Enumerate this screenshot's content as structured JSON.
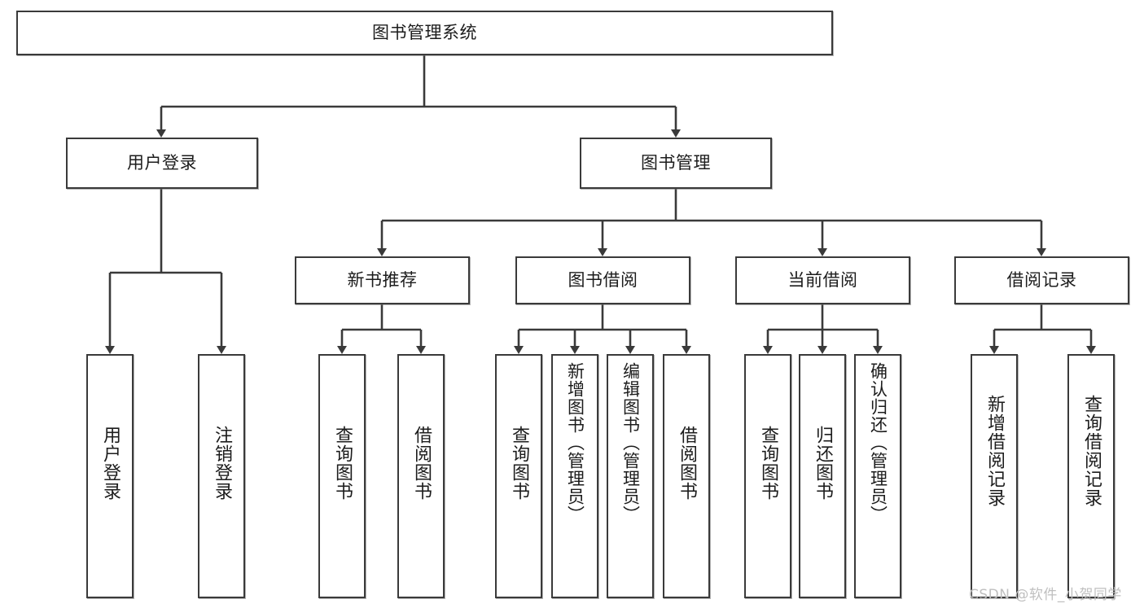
{
  "diagram": {
    "type": "tree-hierarchy-chart",
    "title": "图书管理系统",
    "orientation": "top-down",
    "colors": {
      "node_border": "#3a3a3a",
      "node_fill": "#ffffff",
      "connector": "#3a3a3a",
      "text": "#1c1c1c",
      "watermark": "#bfbfbf",
      "background": "#ffffff"
    },
    "levels": {
      "root": {
        "label": "图书管理系统"
      },
      "level2": [
        {
          "id": "user-login",
          "label": "用户登录"
        },
        {
          "id": "book-management",
          "label": "图书管理"
        }
      ],
      "level3": [
        {
          "id": "new-book-recommend",
          "label": "新书推荐",
          "parent": "book-management"
        },
        {
          "id": "book-borrow",
          "label": "图书借阅",
          "parent": "book-management"
        },
        {
          "id": "current-borrow",
          "label": "当前借阅",
          "parent": "book-management"
        },
        {
          "id": "borrow-record",
          "label": "借阅记录",
          "parent": "book-management"
        }
      ],
      "leaves": [
        {
          "id": "leaf-user-login",
          "label": "用户登录",
          "parent": "user-login"
        },
        {
          "id": "leaf-logout-login",
          "label": "注销登录",
          "parent": "user-login"
        },
        {
          "id": "leaf-query-book-1",
          "label": "查询图书",
          "parent": "new-book-recommend"
        },
        {
          "id": "leaf-borrow-book-1",
          "label": "借阅图书",
          "parent": "new-book-recommend"
        },
        {
          "id": "leaf-query-book-2",
          "label": "查询图书",
          "parent": "book-borrow"
        },
        {
          "id": "leaf-add-book-admin",
          "label": "新增图书（管理员）",
          "parent": "book-borrow"
        },
        {
          "id": "leaf-edit-book-admin",
          "label": "编辑图书（管理员）",
          "parent": "book-borrow"
        },
        {
          "id": "leaf-borrow-book-2",
          "label": "借阅图书",
          "parent": "book-borrow"
        },
        {
          "id": "leaf-query-book-3",
          "label": "查询图书",
          "parent": "current-borrow"
        },
        {
          "id": "leaf-return-book",
          "label": "归还图书",
          "parent": "current-borrow"
        },
        {
          "id": "leaf-confirm-return-admin",
          "label": "确认归还（管理员）",
          "parent": "current-borrow"
        },
        {
          "id": "leaf-add-borrow-record",
          "label": "新增借阅记录",
          "parent": "borrow-record"
        },
        {
          "id": "leaf-query-borrow-record",
          "label": "查询借阅记录",
          "parent": "borrow-record"
        }
      ]
    },
    "watermark": "CSDN @软件_小贺同学"
  }
}
